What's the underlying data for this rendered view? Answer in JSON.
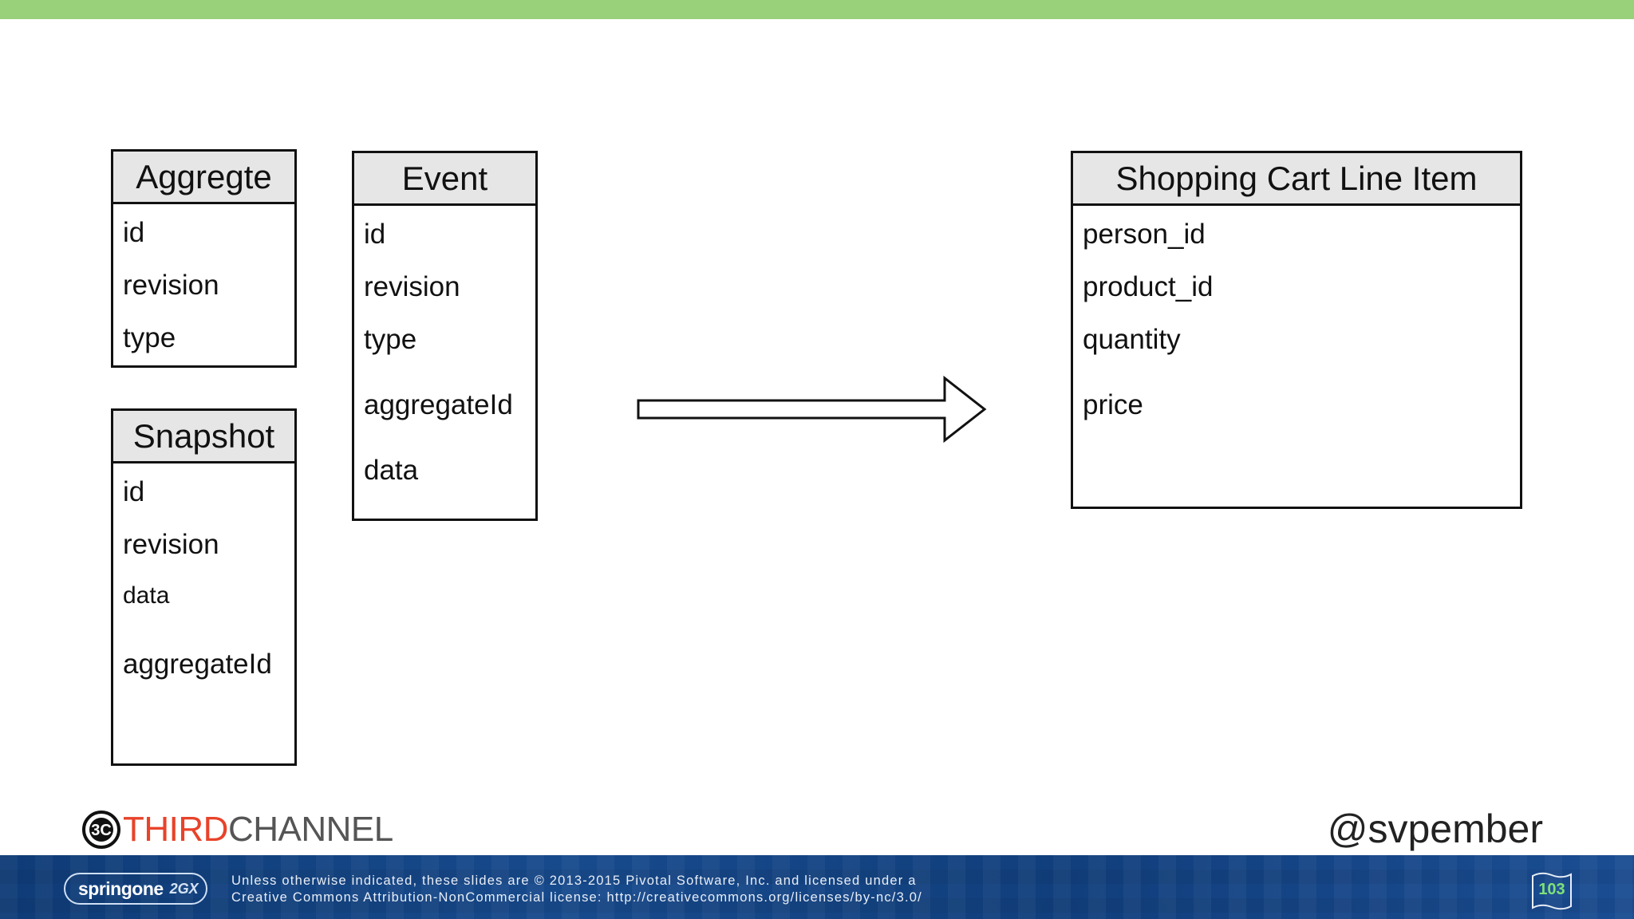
{
  "colors": {
    "top_bar": "#99d07a",
    "brand_red": "#e8432a",
    "footer_blue": "#174a8c",
    "page_num_green": "#7ee07a"
  },
  "entities": {
    "aggregate": {
      "title": "Aggregte",
      "fields": [
        "id",
        "revision",
        "type"
      ]
    },
    "snapshot": {
      "title": "Snapshot",
      "fields": [
        "id",
        "revision",
        "data",
        "aggregateId"
      ]
    },
    "event": {
      "title": "Event",
      "fields": [
        "id",
        "revision",
        "type",
        "aggregateId",
        "data"
      ]
    },
    "cart_line_item": {
      "title": "Shopping Cart Line Item",
      "fields": [
        "person_id",
        "product_id",
        "quantity",
        "price"
      ]
    }
  },
  "connector": {
    "icon": "right-arrow-icon"
  },
  "brand": {
    "logo_icon": "thirdchannel-3c-icon",
    "third": "THIRD",
    "channel": "CHANNEL"
  },
  "handle": "@svpember",
  "footer": {
    "event_logo": "springone",
    "event_year": "2GX",
    "license_line1": "Unless otherwise indicated, these slides are © 2013-2015 Pivotal Software, Inc. and licensed under a",
    "license_line2": "Creative Commons Attribution-NonCommercial license: http://creativecommons.org/licenses/by-nc/3.0/",
    "page_number": "103"
  }
}
